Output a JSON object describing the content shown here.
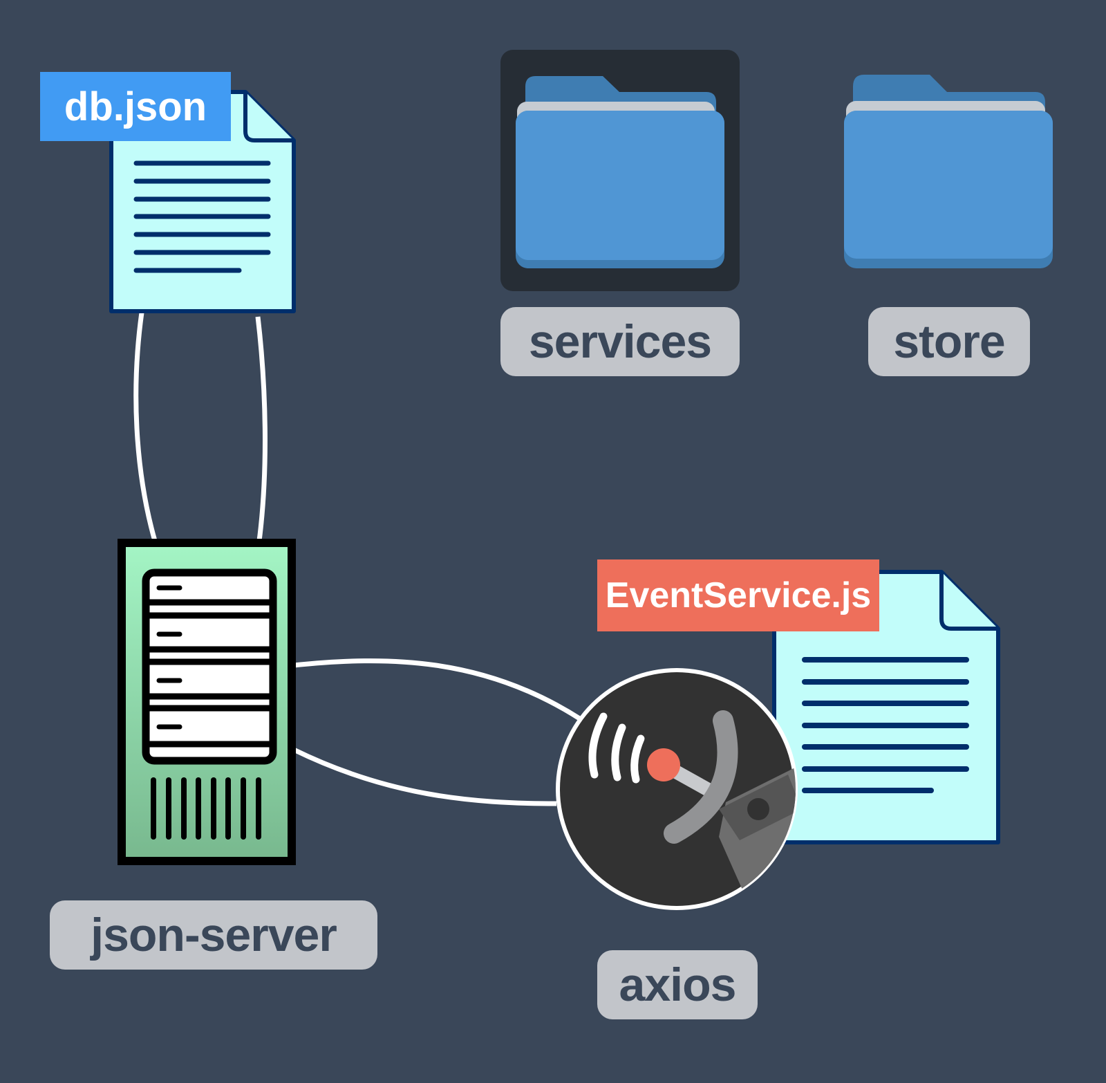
{
  "nodes": {
    "db_json": {
      "label": "db.json",
      "tag_color": "#419bf3",
      "icon": "document-icon"
    },
    "services": {
      "label": "services",
      "icon": "folder-icon",
      "selected": true
    },
    "store": {
      "label": "store",
      "icon": "folder-icon",
      "selected": false
    },
    "json_server": {
      "label": "json-server",
      "icon": "server-icon"
    },
    "axios": {
      "label": "axios",
      "icon": "satellite-dish-icon"
    },
    "event_service": {
      "label": "EventService.js",
      "tag_color": "#ee6f5b",
      "icon": "document-icon"
    }
  },
  "edges": [
    {
      "from": "db.json",
      "to": "json-server",
      "count": 2
    },
    {
      "from": "json-server",
      "to": "axios",
      "count": 2
    }
  ],
  "colors": {
    "background": "#3a4759",
    "folder": "#5096d4",
    "document_fill": "#c2fdfa",
    "document_stroke": "#002e6b",
    "server_fill_top": "#a4f5c5",
    "server_fill_bottom": "#78b88e",
    "pill": "#c2c5ca"
  }
}
